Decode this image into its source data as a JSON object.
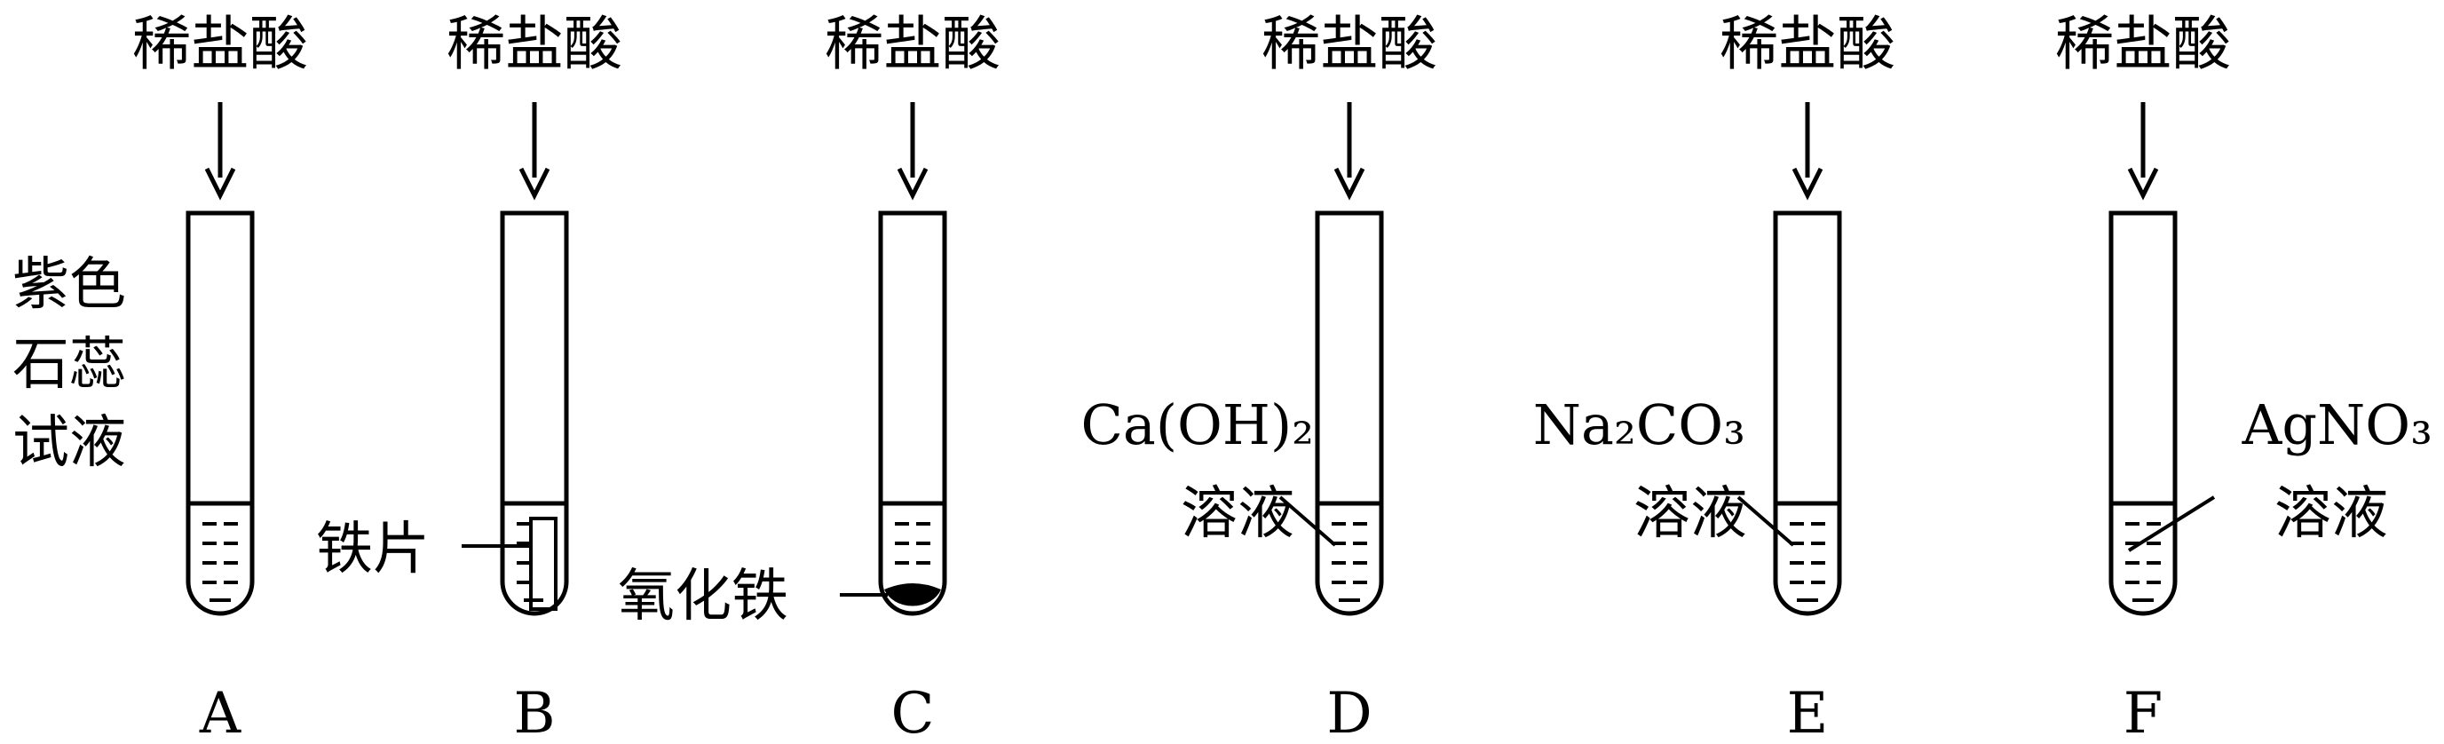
{
  "reagent": "稀盐酸",
  "tubes": [
    {
      "letter": "A",
      "label_lines": [
        "紫色",
        "石蕊",
        "试液"
      ],
      "content": "liquid"
    },
    {
      "letter": "B",
      "label_lines": [
        "铁片"
      ],
      "content": "iron-piece"
    },
    {
      "letter": "C",
      "label_lines": [
        "氧化铁"
      ],
      "content": "powder"
    },
    {
      "letter": "D",
      "label_lines": [
        "Ca(OH)₂",
        "溶液"
      ],
      "content": "liquid"
    },
    {
      "letter": "E",
      "label_lines": [
        "Na₂CO₃",
        "溶液"
      ],
      "content": "liquid"
    },
    {
      "letter": "F",
      "label_lines": [
        "AgNO₃",
        "溶液"
      ],
      "content": "liquid"
    }
  ]
}
